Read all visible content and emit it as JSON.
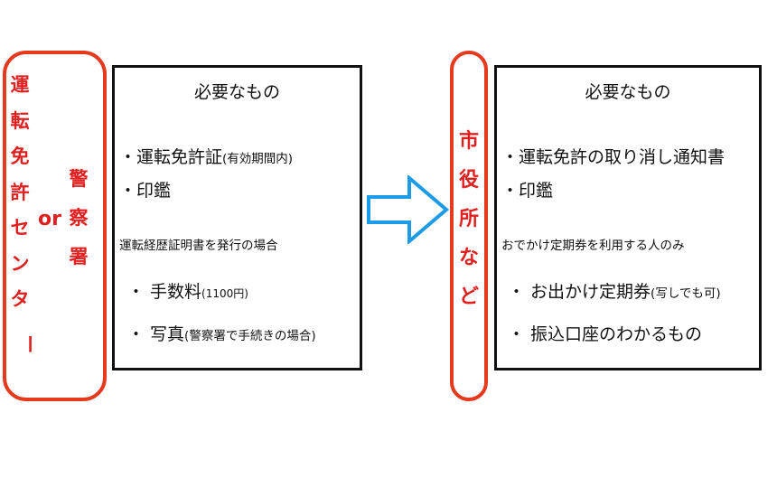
{
  "left_office": {
    "license_center_chars": [
      "運",
      "転",
      "免",
      "許",
      "セ",
      "ン",
      "タ",
      "ー"
    ],
    "or": "or",
    "police_chars": [
      "警",
      "察",
      "署"
    ]
  },
  "left_box": {
    "title": "必要なもの",
    "item1_main": "・運転免許証",
    "item1_note": "(有効期間内)",
    "item2": "・印鑑",
    "section_heading": "運転経歴証明書を発行の場合",
    "fee_main": "・ 手数料",
    "fee_note": "(1100円)",
    "photo_main": "・ 写真",
    "photo_note": "(警察署で手続きの場合)"
  },
  "right_office": {
    "chars": [
      "市",
      "役",
      "所",
      "な",
      "ど"
    ]
  },
  "right_box": {
    "title": "必要なもの",
    "item1": "・運転免許の取り消し通知書",
    "item2": "・印鑑",
    "section_heading": "おでかけ定期券を利用する人のみ",
    "pass_main": "・ お出かけ定期券",
    "pass_note": "(写しでも可)",
    "bank_main": "・ 振込口座のわかるもの"
  },
  "colors": {
    "office_red": "#e21f1f",
    "outline_red": "#e63a1e",
    "arrow_blue": "#1e9be6",
    "box_border": "#111111"
  }
}
